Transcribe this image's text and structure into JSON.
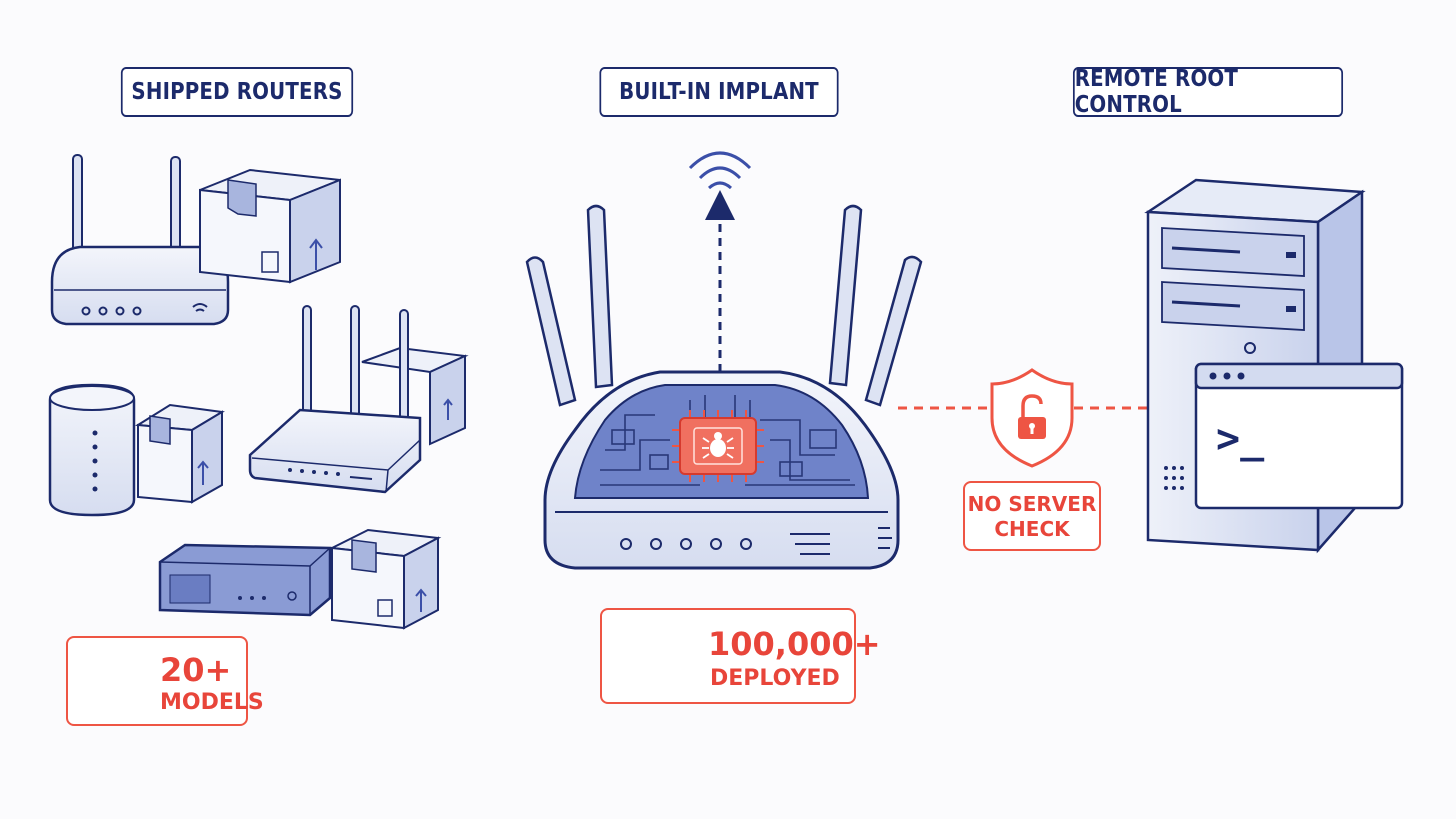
{
  "sections": {
    "shipped": "SHIPPED ROUTERS",
    "implant": "BUILT-IN IMPLANT",
    "remote": "REMOTE ROOT CONTROL"
  },
  "stats": {
    "models_value": "20+",
    "models_label": "MODELS",
    "deployed_value": "100,000+",
    "deployed_label": "DEPLOYED"
  },
  "server_check": {
    "line1": "NO SERVER",
    "line2": "CHECK"
  },
  "terminal": {
    "prompt": ">_"
  },
  "colors": {
    "navy": "#1c2a6b",
    "blue": "#3b4fa8",
    "light_blue": "#e6ebf7",
    "alert_red": "#ee5544"
  },
  "icons": [
    "router-icon",
    "shipping-box-icon",
    "wifi-signal-icon",
    "bug-chip-icon",
    "unlocked-shield-icon",
    "server-tower-icon",
    "terminal-window-icon",
    "globe-icon",
    "package-icon"
  ]
}
